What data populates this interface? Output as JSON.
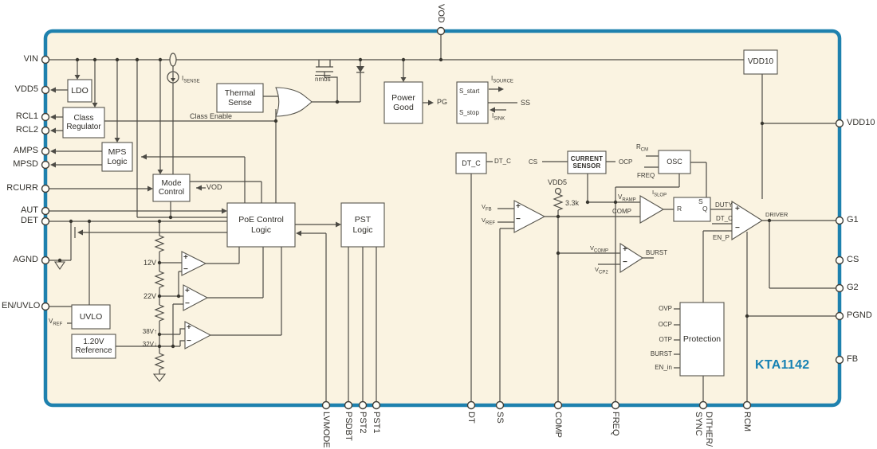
{
  "part_number": "KTA1142",
  "pins": {
    "left": [
      "VIN",
      "VDD5",
      "RCL1",
      "RCL2",
      "AMPS",
      "MPSD",
      "RCURR",
      "AUT",
      "DET",
      "AGND",
      "EN/UVLO"
    ],
    "top": [
      "VOD"
    ],
    "right": [
      "VDD10",
      "G1",
      "CS",
      "G2",
      "PGND",
      "FB"
    ],
    "bottom": [
      "LVMODE",
      "PSDBT",
      "PST2",
      "PST1",
      "DT",
      "SS",
      "COMP",
      "FREQ",
      "DITHER/\nSYNC",
      "RCM"
    ]
  },
  "blocks": {
    "ldo": "LDO",
    "class_regulator": "Class\nRegulator",
    "mps_logic": "MPS\nLogic",
    "mode_control": "Mode\nControl",
    "thermal_sense": "Thermal\nSense",
    "power_good": "Power\nGood",
    "s_start": "S_start",
    "s_stop": "S_stop",
    "poe_control": "PoE Control\nLogic",
    "pst_logic": "PST\nLogic",
    "dt_c": "DT_C",
    "current_sensor": "CURRENT\nSENSOR",
    "osc": "OSC",
    "uvlo": "UVLO",
    "reference": "1.20V\nReference",
    "protection": "Protection",
    "vdd10": "VDD10",
    "latch_r": "R",
    "latch_s": "S",
    "latch_q": "Q",
    "driver": "DRIVER"
  },
  "nets": {
    "isense": {
      "base": "I",
      "sub": "SENSE"
    },
    "class_enable": "Class Enable",
    "vod": "VOD",
    "nmos": "nmos",
    "pg": "PG",
    "isource": {
      "base": "I",
      "sub": "SOURCE"
    },
    "ss": "SS",
    "isink": {
      "base": "I",
      "sub": "SINK"
    },
    "vdd5": "VDD5",
    "r33k": "3.3k",
    "v12": "12V",
    "v22": "22V",
    "v38": "38V↑",
    "v32": "32V↓",
    "vref": {
      "base": "V",
      "sub": "REF"
    },
    "vfb": {
      "base": "V",
      "sub": "FB"
    },
    "dtc": "DT_C",
    "cs": "CS",
    "ocp": "OCP",
    "rcm": {
      "base": "R",
      "sub": "CM"
    },
    "freq": "FREQ",
    "islop": {
      "base": "I",
      "sub": "SLOP"
    },
    "vramp": {
      "base": "V",
      "sub": "RAMP"
    },
    "comp": "COMP",
    "duty": "DUTY",
    "enp": "EN_P",
    "vcomp": {
      "base": "V",
      "sub": "COMP"
    },
    "vcp2": {
      "base": "V",
      "sub": "CP2"
    },
    "burst": "BURST",
    "ovp": "OVP",
    "otp": "OTP",
    "en_in": "EN_in",
    "plus": "+",
    "minus": "−"
  },
  "colors": {
    "chip_border": "#1e81ae",
    "chip_fill": "#faf3e1",
    "wire": "#4d4b45",
    "part_number": "#1581b3"
  }
}
